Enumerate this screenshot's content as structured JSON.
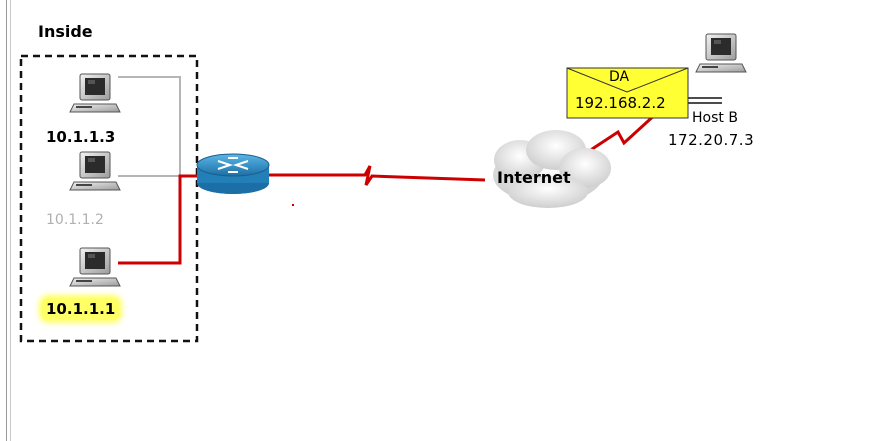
{
  "inside_label": "Inside",
  "hosts": {
    "host3": "10.1.1.3",
    "host2": "10.1.1.2",
    "host1": "10.1.1.1"
  },
  "internet_label": "Internet",
  "host_b": {
    "name": "Host B",
    "ip": "172.20.7.3"
  },
  "envelope": {
    "title": "DA",
    "address": "192.168.2.2"
  },
  "colors": {
    "active_link": "#cc0000",
    "inactive_link": "#b5b5b5",
    "highlight": "#ffff66",
    "envelope": "#ffff33",
    "router": "#2e8fc8"
  }
}
